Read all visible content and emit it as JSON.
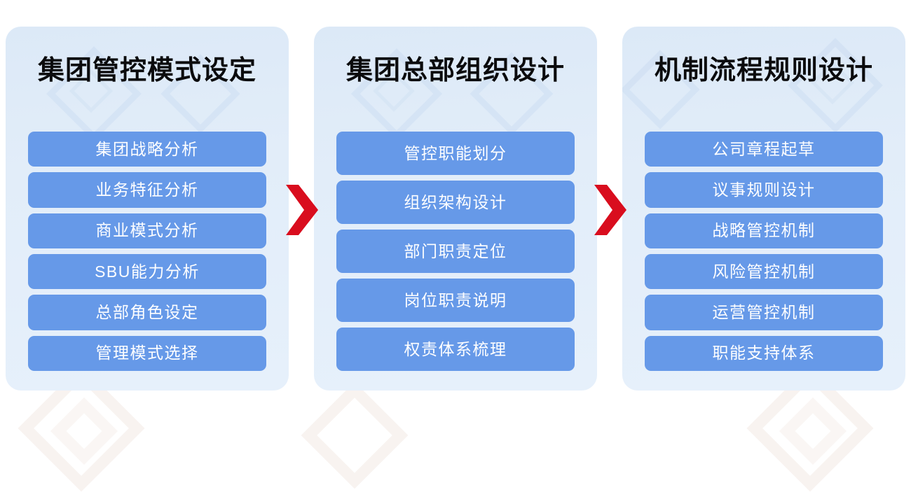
{
  "diagram": {
    "type": "three-stage-process-flow",
    "accent_color": "#d90d1e",
    "card_color": "#6699e8",
    "panel_bg_color": "#e2edf9",
    "title_color": "#0b0b0d",
    "card_text_color": "#ffffff",
    "arrow_icon_name": "red-chevron-arrow",
    "columns": [
      {
        "title": "集团管控模式设定",
        "items": [
          "集团战略分析",
          "业务特征分析",
          "商业模式分析",
          "SBU能力分析",
          "总部角色设定",
          "管理模式选择"
        ]
      },
      {
        "title": "集团总部组织设计",
        "items": [
          "管控职能划分",
          "组织架构设计",
          "部门职责定位",
          "岗位职责说明",
          "权责体系梳理"
        ]
      },
      {
        "title": "机制流程规则设计",
        "items": [
          "公司章程起草",
          "议事规则设计",
          "战略管控机制",
          "风险管控机制",
          "运营管控机制",
          "职能支持体系"
        ]
      }
    ]
  }
}
